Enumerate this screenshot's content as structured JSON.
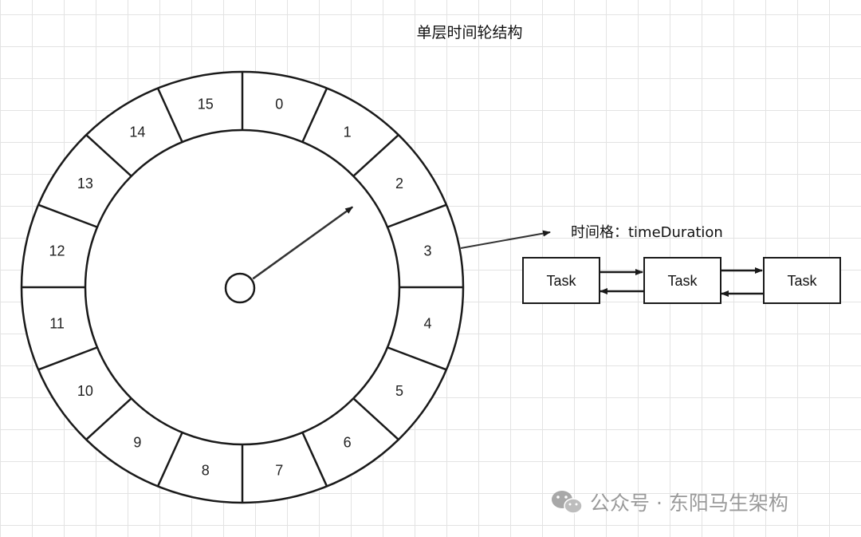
{
  "title": "单层时间轮结构",
  "wheel": {
    "slots": [
      "0",
      "1",
      "2",
      "3",
      "4",
      "5",
      "6",
      "7",
      "8",
      "9",
      "10",
      "11",
      "12",
      "13",
      "14",
      "15"
    ],
    "pointer_slot": "2"
  },
  "duration_label": "时间格：timeDuration",
  "tasks": [
    "Task",
    "Task",
    "Task"
  ],
  "watermark": "公众号 · 东阳马生架构",
  "watermark_icon": "wechat-icon",
  "colors": {
    "line": "#1a1a1a",
    "grid": "#e3e3e3",
    "watermark": "#9a9a9a"
  }
}
